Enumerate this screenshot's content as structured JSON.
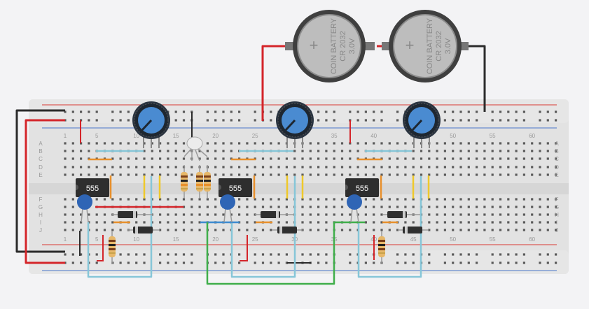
{
  "colors": {
    "background": "#f3f3f5",
    "board": "#e2e2e2",
    "hole": "#5a5a5a",
    "rail_red": "#d83a34",
    "rail_blue": "#4a77c9",
    "wire_red": "#d4252a",
    "wire_black": "#2b2b2b",
    "wire_lightblue": "#86c6d8",
    "wire_green": "#3fae4a",
    "wire_orange": "#e8902c",
    "wire_yellow": "#efc92b",
    "ic_body": "#2e2e2e",
    "pot_knob": "#4a8bd1",
    "capacitor": "#2f65b5",
    "battery": "#444444",
    "diode": "#2f2f2f"
  },
  "breadboard": {
    "column_numbers": [
      "1",
      "5",
      "10",
      "15",
      "20",
      "25",
      "30",
      "35",
      "40",
      "45",
      "50",
      "55",
      "60"
    ],
    "row_letters_top": [
      "A",
      "B",
      "C",
      "D",
      "E"
    ],
    "row_letters_bottom": [
      "F",
      "G",
      "H",
      "I",
      "J"
    ]
  },
  "chips": [
    {
      "label": "555",
      "icon": "ic-555-icon"
    },
    {
      "label": "555",
      "icon": "ic-555-icon"
    },
    {
      "label": "555",
      "icon": "ic-555-icon"
    }
  ],
  "batteries": [
    {
      "title": "COIN BATTERY",
      "model": "CR 2032",
      "voltage": "3.0V",
      "polarity": "+"
    },
    {
      "title": "COIN BATTERY",
      "model": "CR 2032",
      "voltage": "3.0V",
      "polarity": "+"
    }
  ],
  "potentiometers": [
    "potentiometer-icon",
    "potentiometer-icon",
    "potentiometer-icon"
  ],
  "components": {
    "capacitors": 3,
    "diodes": 6,
    "resistors_vertical": 5,
    "rgb_led": 1
  }
}
